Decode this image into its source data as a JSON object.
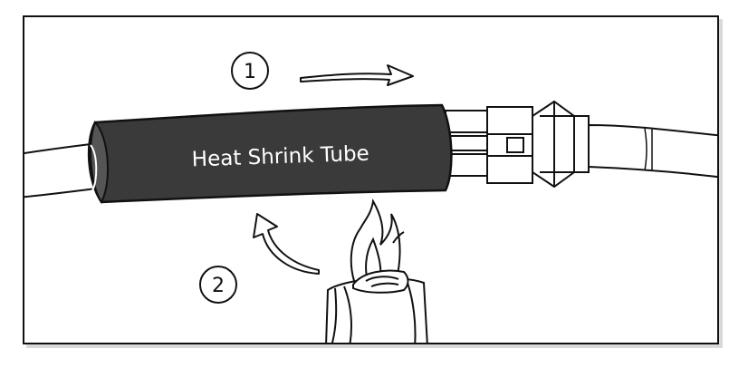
{
  "diagram": {
    "tube_label": "Heat Shrink Tube",
    "steps": [
      {
        "number": "1",
        "direction": "slide tube right"
      },
      {
        "number": "2",
        "direction": "apply heat upward"
      }
    ],
    "colors": {
      "tube": "#3a3a3a",
      "outline": "#111111",
      "background": "#ffffff",
      "tube_text": "#ffffff"
    },
    "icons": [
      "flame-icon",
      "lighter-icon",
      "arrow-right-icon",
      "arrow-curved-up-icon"
    ]
  }
}
